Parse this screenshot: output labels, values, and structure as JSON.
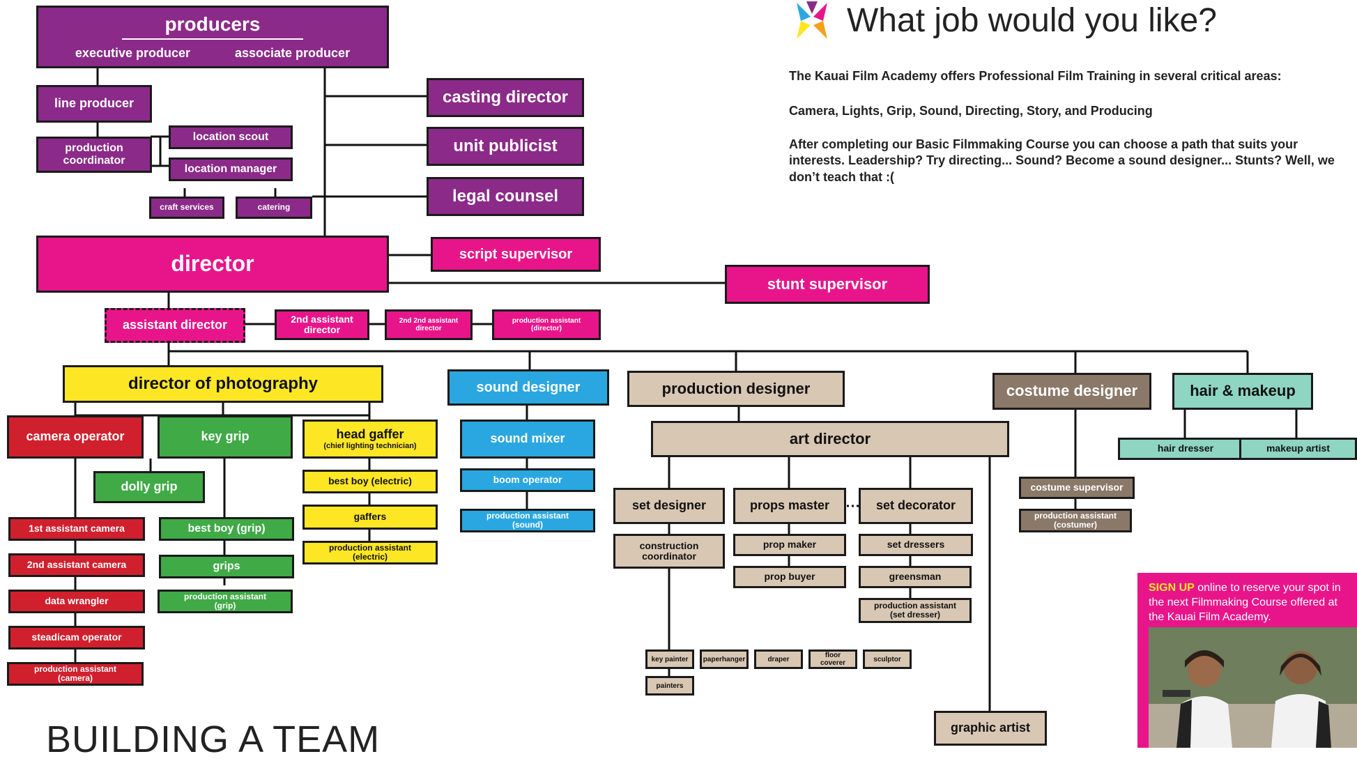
{
  "header": {
    "title": "What job would you like?",
    "intro": "The Kauai Film Academy offers Professional Film Training in several critical areas:",
    "areas": "Camera, Lights, Grip, Sound, Directing, Story, and Producing",
    "paths": "After completing our Basic Filmmaking Course you can choose a path that suits your interests. Leadership? Try directing... Sound? Become a sound designer... Stunts? Well, we don’t teach that :("
  },
  "producers": {
    "title": "producers",
    "executive": "executive producer",
    "associate": "associate producer"
  },
  "production": {
    "line_producer": "line producer",
    "production_coordinator": "production coordinator",
    "location_scout": "location scout",
    "location_manager": "location manager",
    "craft_services": "craft services",
    "catering": "catering",
    "casting_director": "casting director",
    "unit_publicist": "unit publicist",
    "legal_counsel": "legal counsel"
  },
  "direction": {
    "director": "director",
    "script_supervisor": "script supervisor",
    "stunt_supervisor": "stunt supervisor",
    "assistant_director": "assistant director",
    "second_ad": "2nd assistant director",
    "second_second_ad": "2nd 2nd assistant director",
    "pa_director": "production assistant (director)"
  },
  "camera": {
    "dp": "director of photography",
    "camera_operator": "camera operator",
    "first_ac": "1st assistant camera",
    "second_ac": "2nd assistant camera",
    "data_wrangler": "data wrangler",
    "steadicam": "steadicam operator",
    "pa_camera": "production assistant (camera)"
  },
  "grip": {
    "key_grip": "key grip",
    "dolly_grip": "dolly grip",
    "best_boy_grip": "best boy (grip)",
    "grips": "grips",
    "pa_grip": "production assistant (grip)"
  },
  "electric": {
    "head_gaffer": "head gaffer",
    "head_gaffer_sub": "(chief lighting technician)",
    "best_boy_electric": "best boy (electric)",
    "gaffers": "gaffers",
    "pa_electric": "production assistant (electric)"
  },
  "sound": {
    "sound_designer": "sound designer",
    "sound_mixer": "sound mixer",
    "boom_operator": "boom operator",
    "pa_sound": "production assistant (sound)"
  },
  "art": {
    "production_designer": "production designer",
    "art_director": "art director",
    "set_designer": "set designer",
    "props_master": "props master",
    "set_decorator": "set decorator",
    "construction_coordinator": "construction coordinator",
    "prop_maker": "prop maker",
    "prop_buyer": "prop buyer",
    "set_dressers": "set dressers",
    "greensman": "greensman",
    "pa_set_dresser": "production assistant (set dresser)",
    "key_painter": "key painter",
    "paperhanger": "paperhanger",
    "draper": "draper",
    "floor_coverer": "floor coverer",
    "sculptor": "sculptor",
    "painters": "painters",
    "graphic_artist": "graphic artist"
  },
  "costume": {
    "costume_designer": "costume designer",
    "costume_supervisor": "costume supervisor",
    "pa_costumer": "production assistant (costumer)"
  },
  "hair_makeup": {
    "title": "hair & makeup",
    "hair_dresser": "hair dresser",
    "makeup_artist": "makeup artist"
  },
  "promo": {
    "signup": "SIGN UP",
    "text": " online to reserve your spot in the next Filmmaking Course offered at the Kauai Film Academy."
  },
  "footer": {
    "title": "BUILDING A TEAM"
  },
  "colors": {
    "producers": "#8b2a88",
    "director": "#e8158a",
    "camera": "#d0202e",
    "grip": "#3faa46",
    "electric": "#fde725",
    "sound": "#2aa7e0",
    "art": "#d8c7b3",
    "costume": "#8a7868",
    "hair_makeup": "#8fd6c2"
  }
}
